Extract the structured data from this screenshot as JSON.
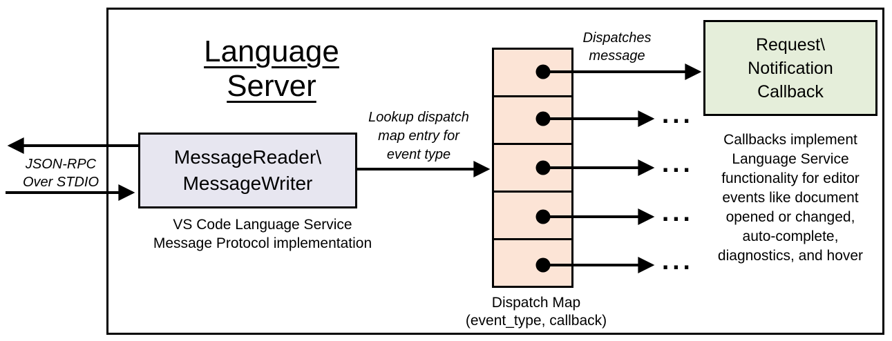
{
  "colors": {
    "reader_fill": "#E7E6F0",
    "map_fill": "#FCE4D6",
    "callback_fill": "#E5EEDA",
    "stroke": "#000000"
  },
  "diagram": {
    "title": "Language Server",
    "stdio_label": {
      "lines": [
        "JSON-RPC",
        "Over STDIO"
      ]
    },
    "reader_box": {
      "lines": [
        "MessageReader\\",
        "MessageWriter"
      ]
    },
    "reader_caption": {
      "lines": [
        "VS Code Language Service",
        "Message Protocol implementation"
      ]
    },
    "lookup_label": {
      "lines": [
        "Lookup dispatch",
        "map entry for",
        "event type"
      ]
    },
    "dispatches_label": {
      "lines": [
        "Dispatches",
        "message"
      ]
    },
    "dispatch_map": {
      "cell_count": 5,
      "caption": {
        "lines": [
          "Dispatch Map",
          "(event_type, callback)"
        ]
      }
    },
    "callback_box": {
      "lines": [
        "Request\\",
        "Notification",
        "Callback"
      ]
    },
    "callbacks_note": {
      "lines": [
        "Callbacks implement",
        "Language Service",
        "functionality for editor",
        "events like document",
        "opened or changed,",
        "auto-complete,",
        "diagnostics, and hover"
      ]
    },
    "ellipsis": "..."
  }
}
